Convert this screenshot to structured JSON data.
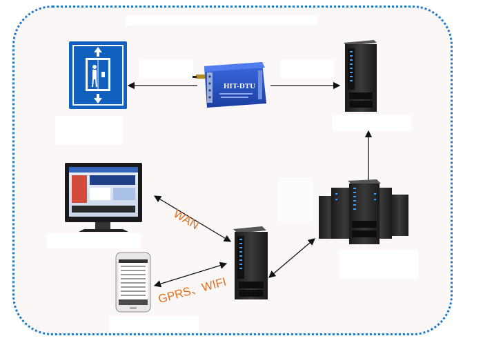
{
  "diagram": {
    "edge_labels": {
      "wan": "WAN",
      "gprs_wifi": "GPRS、WIFI"
    },
    "device": {
      "name": "HIT-DTU"
    },
    "colors": {
      "frame_border": "#1e78c8",
      "elevator_blue": "#1060c0",
      "dtu_blue": "#2a56c8",
      "label_orange": "#e07020",
      "server_dark": "#2a2a2a"
    },
    "icons": [
      "elevator-sign-icon",
      "dtu-device-icon",
      "rack-server-icon",
      "monitor-icon",
      "server-cluster-icon",
      "smartphone-icon"
    ]
  }
}
